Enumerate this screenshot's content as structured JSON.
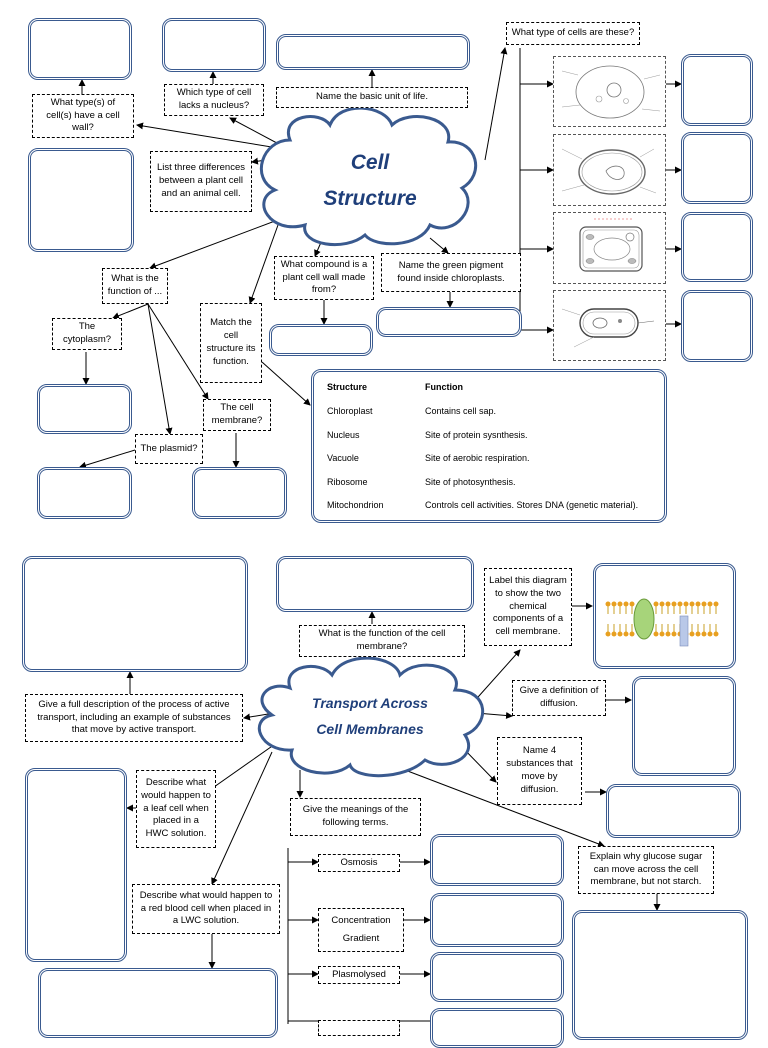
{
  "cell_structure": {
    "title_line1": "Cell",
    "title_line2": "Structure",
    "q_cell_wall": "What type(s) of cell(s) have a cell wall?",
    "q_no_nucleus": "Which type of cell lacks a nucleus?",
    "q_basic_unit": "Name the basic unit of life.",
    "q_cell_types": "What type of cells are these?",
    "q_differences": "List three differences between a plant cell and an animal cell.",
    "q_function_of": "What is the function of ...",
    "q_cytoplasm": "The cytoplasm?",
    "q_compound": "What compound is a plant cell wall made from?",
    "q_pigment": "Name the green pigment found inside chloroplasts.",
    "q_match": "Match the cell structure its function.",
    "q_membrane": "The cell membrane?",
    "q_plasmid": "The plasmid?",
    "table": {
      "header_structure": "Structure",
      "header_function": "Function",
      "rows": [
        {
          "structure": "Chloroplast",
          "function": "Contains cell sap."
        },
        {
          "structure": "Nucleus",
          "function": "Site of protein sysnthesis."
        },
        {
          "structure": "Vacuole",
          "function": "Site of aerobic respiration."
        },
        {
          "structure": "Ribosome",
          "function": "Site of photosynthesis."
        },
        {
          "structure": "Mitochondrion",
          "function": "Controls cell activities.  Stores DNA (genetic material)."
        }
      ]
    }
  },
  "transport": {
    "title_line1": "Transport Across",
    "title_line2": "Cell Membranes",
    "q_membrane_function": "What is the function of the cell membrane?",
    "q_label_diagram": "Label this diagram to show the two chemical components of a cell membrane.",
    "q_active_transport": "Give a full description of the process of active transport, including an example of substances that move by active transport.",
    "q_diffusion_def": "Give a definition of diffusion.",
    "q_name_four": "Name 4 substances that move by diffusion.",
    "q_leaf_cell": "Describe what would happen to a leaf cell when placed in a HWC solution.",
    "q_meanings": "Give the meanings of the following terms.",
    "q_glucose": "Explain why glucose sugar can move across the cell membrane, but not starch.",
    "q_red_blood": "Describe what would happen to a red blood cell when placed in a LWC  solution.",
    "term_osmosis": "Osmosis",
    "term_concentration": "Concentration",
    "term_gradient": "Gradient",
    "term_plasmolysed": "Plasmolysed"
  },
  "colors": {
    "cloud_fill": "#ffffff",
    "cloud_stroke": "#3a5a8f",
    "title": "#1f3f7a",
    "answer_box": "#3a5a8f",
    "line": "#000000"
  }
}
